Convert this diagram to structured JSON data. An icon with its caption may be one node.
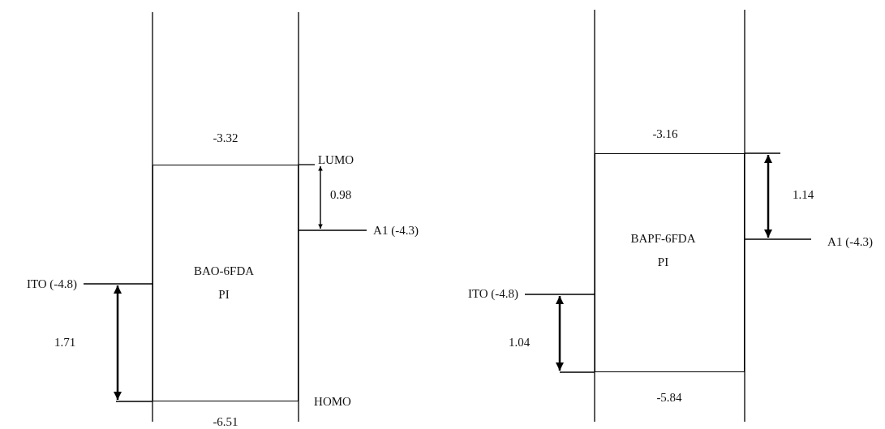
{
  "diagram": {
    "nodes": [
      {
        "text": [
          "BAO-6FDA PI"
        ]
      },
      {
        "text": [
          "BAPF-6FDA PI"
        ]
      }
    ],
    "labels": [
      "-3.32",
      "-3.16",
      "LUMO",
      "0.98",
      "1.14",
      "A1 (-4.3)",
      "A1 (-4.3)",
      "ITO (-4.8)",
      "ITO (-4.8)",
      "1.71",
      "1.04",
      "HOMO",
      "-6.51",
      "-5.84"
    ]
  }
}
